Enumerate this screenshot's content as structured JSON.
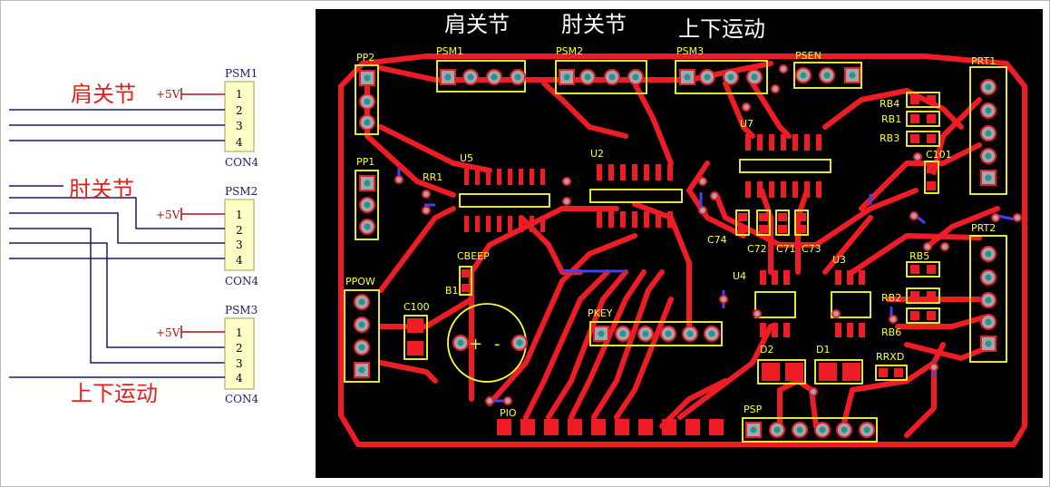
{
  "schematic": {
    "headings": [
      "肩关节",
      "肘关节",
      "上下运动"
    ],
    "connectors": [
      {
        "ref": "PSM1",
        "footprint": "CON4",
        "power": "+5V",
        "pins": [
          "1",
          "2",
          "3",
          "4"
        ]
      },
      {
        "ref": "PSM2",
        "footprint": "CON4",
        "power": "+5V",
        "pins": [
          "1",
          "2",
          "3",
          "4"
        ]
      },
      {
        "ref": "PSM3",
        "footprint": "CON4",
        "power": "+5V",
        "pins": [
          "1",
          "2",
          "3",
          "4"
        ]
      }
    ]
  },
  "pcb": {
    "headings": [
      "肩关节",
      "肘关节",
      "上下运动"
    ],
    "labels": {
      "pp2": "PP2",
      "pp1": "PP1",
      "ppow": "PPOW",
      "psm1": "PSM1",
      "psm2": "PSM2",
      "psm3": "PSM3",
      "psen": "PSEN",
      "prt1": "PRT1",
      "prt2": "PRT2",
      "u5": "U5",
      "u2": "U2",
      "u7": "U7",
      "u4": "U4",
      "u3": "U3",
      "rr1": "RR1",
      "cbeep": "CBEEP",
      "b1": "B1",
      "c100": "C100",
      "pkey": "PKEY",
      "pio": "PIO",
      "psp": "PSP",
      "rb4": "RB4",
      "rb1": "RB1",
      "rb3": "RB3",
      "c101": "C101",
      "rb5": "RB5",
      "rb2": "RB2",
      "rb6": "RB6",
      "c74": "C74",
      "c72": "C72",
      "c71": "C71",
      "c73": "C73",
      "d2": "D2",
      "d1": "D1",
      "rrxd": "RRXD",
      "plus": "+",
      "minus": "-"
    }
  },
  "colors": {
    "board": "#000000",
    "copper": "#ee1c24",
    "silkscreen": "#ffff33",
    "pad": "#9ea9ad",
    "via": "#4040ff",
    "hole": "#2f8f8f",
    "schematic_wire": "#1a1a6e",
    "connector_fill": "#ffffc8"
  }
}
